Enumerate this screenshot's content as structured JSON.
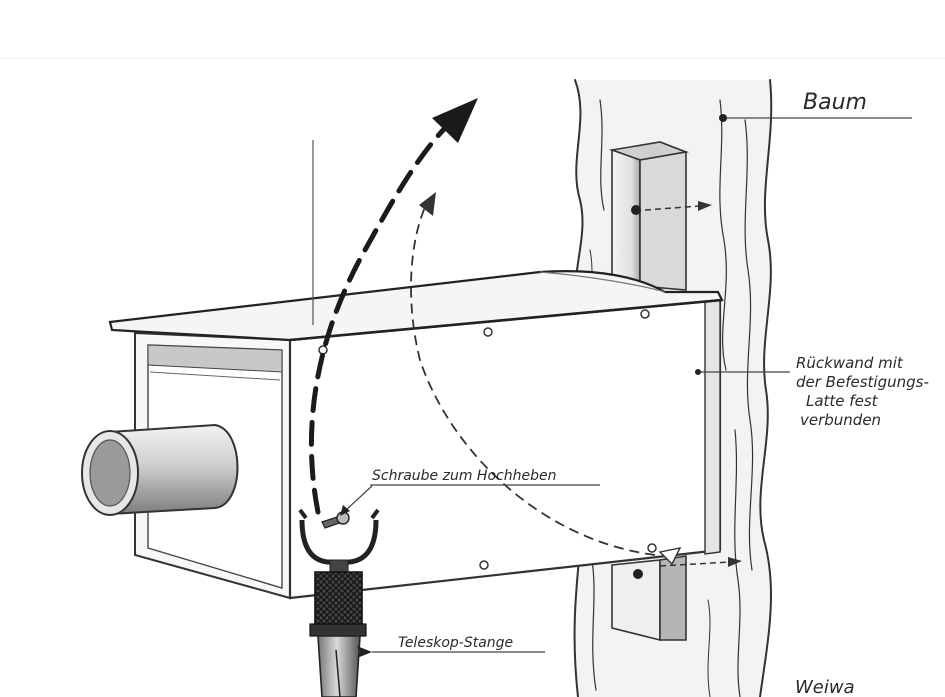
{
  "labels": {
    "tree": "Baum",
    "back_wall": [
      "Rückwand mit",
      "der Befestigungs-",
      "Latte fest",
      "verbunden"
    ],
    "screw": "Schraube zum Hochheben",
    "pole": "Teleskop-Stange",
    "signature": "Weiwa"
  },
  "colors": {
    "ink": "#2a2a2a",
    "shade": "#9a9a9a",
    "light_shade": "#d6d6d6",
    "paper": "#ffffff"
  }
}
